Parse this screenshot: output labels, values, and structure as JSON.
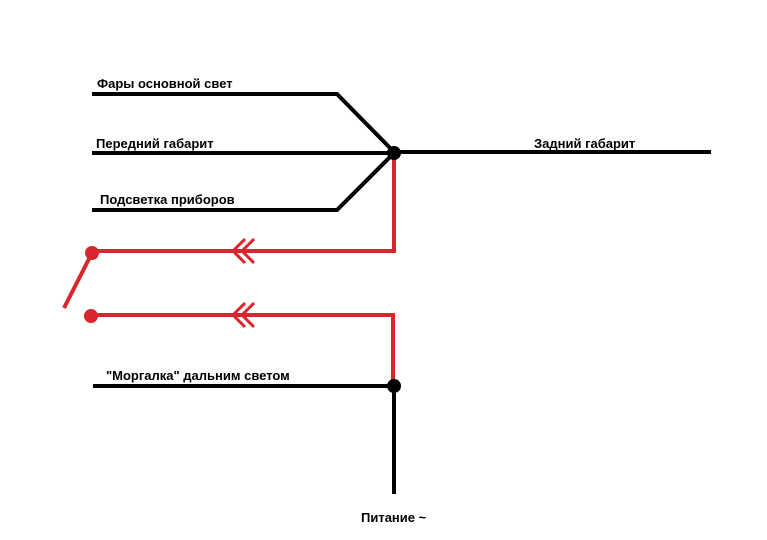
{
  "labels": {
    "headlights_main": "Фары основной свет",
    "front_marker": "Передний габарит",
    "dash_backlight": "Подсветка приборов",
    "rear_marker": "Задний габарит",
    "high_beam_flasher": "\"Моргалка\" дальним светом",
    "power_supply": "Питание ~"
  },
  "colors": {
    "wire": "#000000",
    "switched_wire": "#d9262e"
  }
}
